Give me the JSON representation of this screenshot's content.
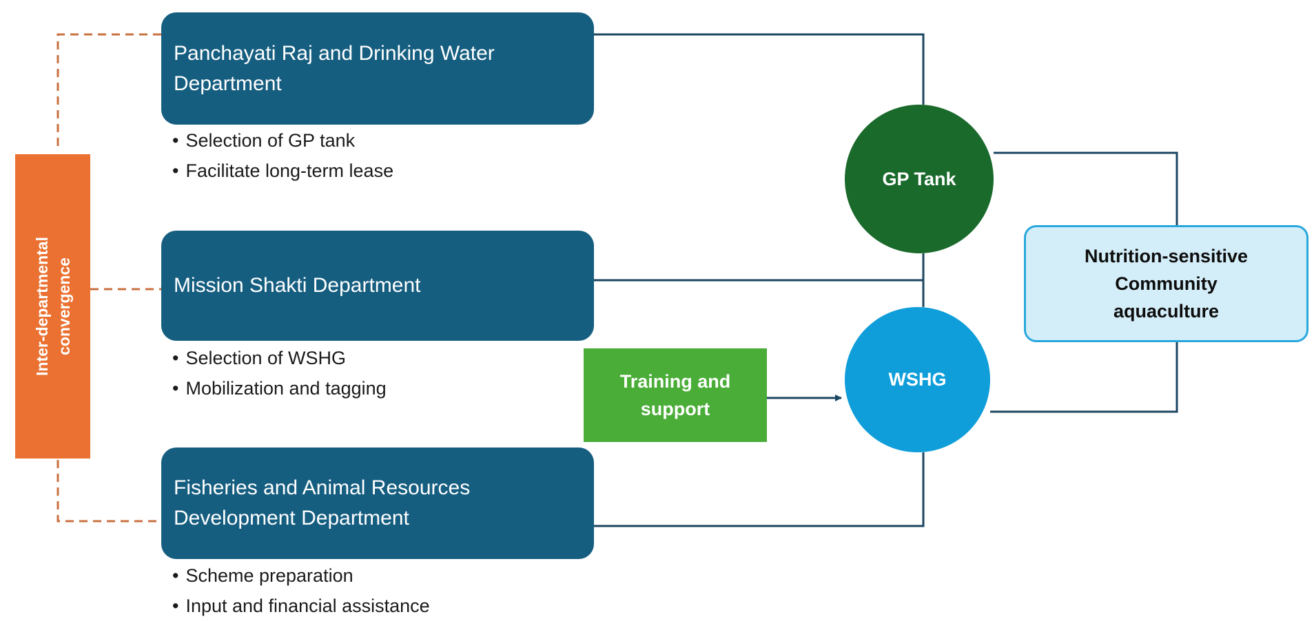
{
  "convergence": {
    "line1": "Inter-departmental",
    "line2": "convergence"
  },
  "departments": [
    {
      "title_lines": [
        "Panchayati Raj and Drinking Water",
        "Department"
      ],
      "bullets": [
        "Selection of GP tank",
        "Facilitate long-term lease"
      ]
    },
    {
      "title_lines": [
        "Mission Shakti Department"
      ],
      "bullets": [
        "Selection of WSHG",
        "Mobilization and tagging"
      ]
    },
    {
      "title_lines": [
        "Fisheries and Animal Resources",
        "Development Department"
      ],
      "bullets": [
        "Scheme preparation",
        "Input and financial assistance"
      ]
    }
  ],
  "nodes": {
    "gp_tank": "GP Tank",
    "wshg": "WSHG",
    "training": {
      "line1": "Training and",
      "line2": "support"
    },
    "outcome": {
      "line1": "Nutrition-sensitive",
      "line2": "Community",
      "line3": "aquaculture"
    }
  },
  "colors": {
    "department": "#165e80",
    "convergence": "#ea7131",
    "gp_tank": "#1a6a2c",
    "wshg": "#0f9ed9",
    "training": "#4aad37",
    "outcome_fill": "#d4eef9",
    "outcome_border": "#28a7dc",
    "connector": "#1b4660",
    "dashed_connector": "#c8703f"
  }
}
